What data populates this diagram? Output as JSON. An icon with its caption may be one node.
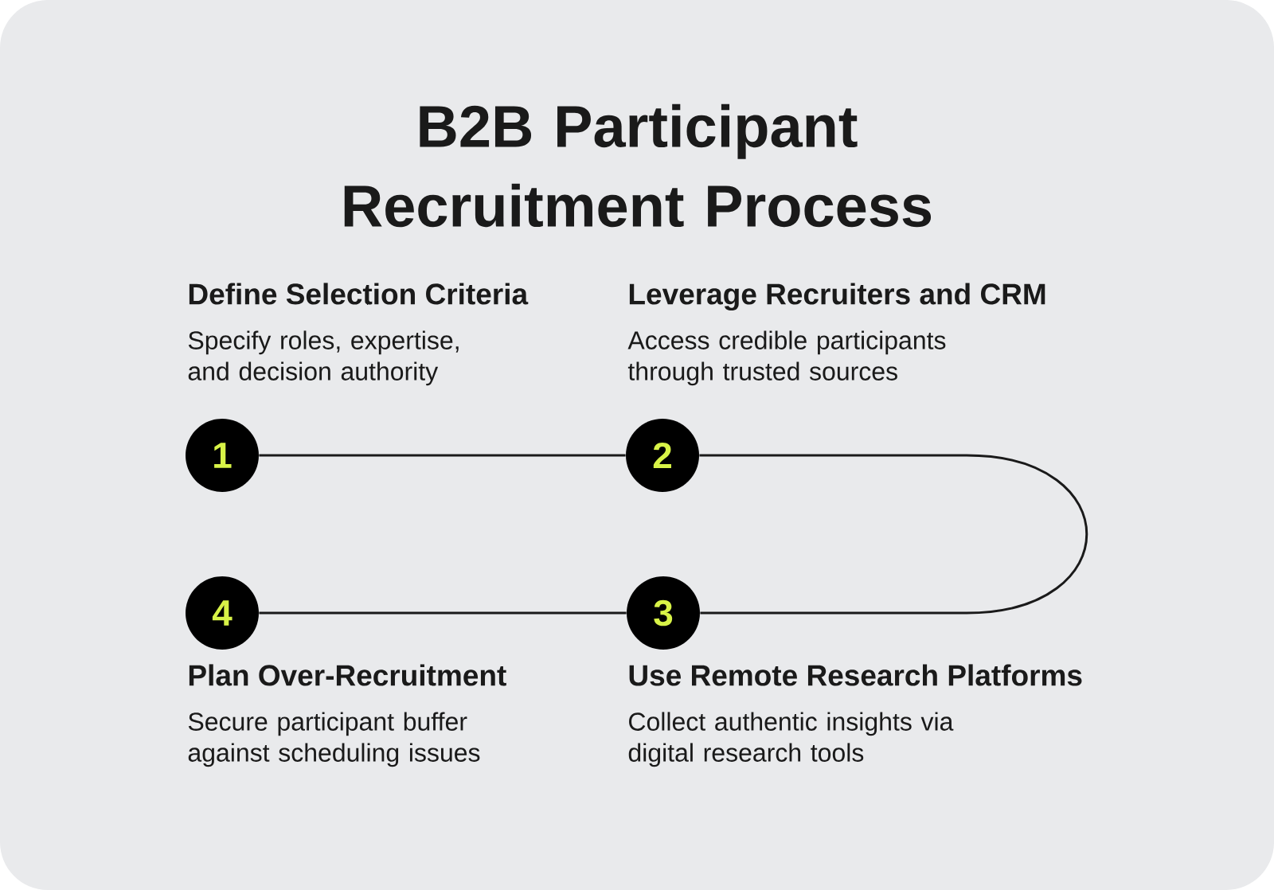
{
  "diagram": {
    "title": "B2B Participant Recruitment Process",
    "nodes": [
      {
        "text": [
          "1"
        ],
        "beside": [
          "Define Selection Criteria",
          "Specify roles, expertise, and decision authority"
        ]
      },
      {
        "text": [
          "2"
        ],
        "beside": [
          "Leverage Recruiters and CRM",
          "Access credible participants through trusted sources"
        ]
      },
      {
        "text": [
          "3"
        ],
        "beside": [
          "Use Remote Research Platforms",
          "Collect authentic insights via digital research tools"
        ]
      },
      {
        "text": [
          "4"
        ],
        "beside": [
          "Plan Over-Recruitment",
          "Secure participant buffer against scheduling issues"
        ]
      }
    ],
    "edges": [
      {
        "from": 0,
        "to": 1,
        "arrow": "none"
      },
      {
        "from": 1,
        "to": 2,
        "arrow": "none"
      },
      {
        "from": 2,
        "to": 3,
        "arrow": "none"
      }
    ]
  }
}
